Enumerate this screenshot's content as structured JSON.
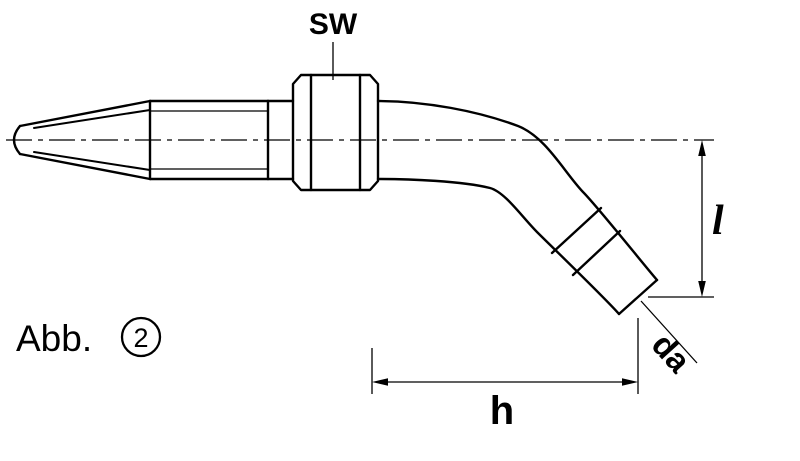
{
  "figure": {
    "caption": {
      "prefix": "Abb.",
      "number": "2"
    },
    "labels": {
      "wrench_size": "SW",
      "length_l": "l",
      "height_h": "h",
      "outer_diameter_da": "da"
    },
    "colors": {
      "line": "#000000",
      "background": "#ffffff"
    }
  }
}
